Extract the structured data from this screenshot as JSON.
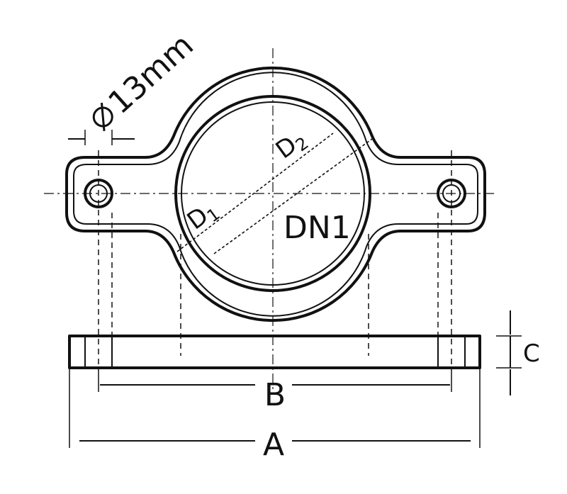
{
  "labels": {
    "hole_diameter": "13mm",
    "d2": "D",
    "d2_sub": "2",
    "d1": "D",
    "d1_sub": "1",
    "dn1": "DN1",
    "b": "B",
    "a": "A",
    "c": "C"
  },
  "colors": {
    "line": "#111111",
    "background": "#ffffff"
  },
  "icons": {
    "diameter_symbol": "diameter-icon"
  }
}
